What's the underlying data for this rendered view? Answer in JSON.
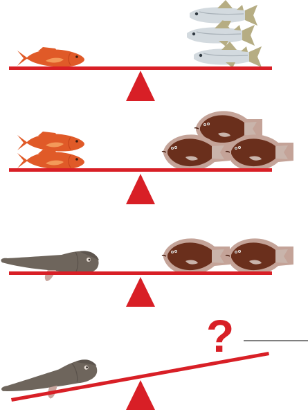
{
  "puzzle": {
    "question_mark": "?",
    "colors": {
      "beam": "#d81f26",
      "fulcrum": "#d81f26",
      "question_mark": "#d81f26",
      "answer_line": "#333333",
      "red_fish_body": "#e05a28",
      "red_fish_fin": "#f39a5a",
      "silver_fish_body": "#d3dadf",
      "silver_fish_fin": "#b6ad83",
      "flatfish_body": "#6a2f1c",
      "flatfish_halo": "#c4a398",
      "flatfish_fin": "#c9b4ab",
      "big_fish_body": "#6e655c",
      "big_fish_fin": "#c9a59e"
    },
    "scales": [
      {
        "left": {
          "fish": "red-fish",
          "count": 1
        },
        "right": {
          "fish": "silver-fish",
          "count": 3
        }
      },
      {
        "left": {
          "fish": "red-fish",
          "count": 2
        },
        "right": {
          "fish": "flatfish",
          "count": 3
        }
      },
      {
        "left": {
          "fish": "big-fish",
          "count": 1
        },
        "right": {
          "fish": "flatfish",
          "count": 2
        }
      },
      {
        "left": {
          "fish": "big-fish",
          "count": 1
        },
        "right": {
          "fish": "unknown",
          "count": null
        }
      }
    ]
  }
}
